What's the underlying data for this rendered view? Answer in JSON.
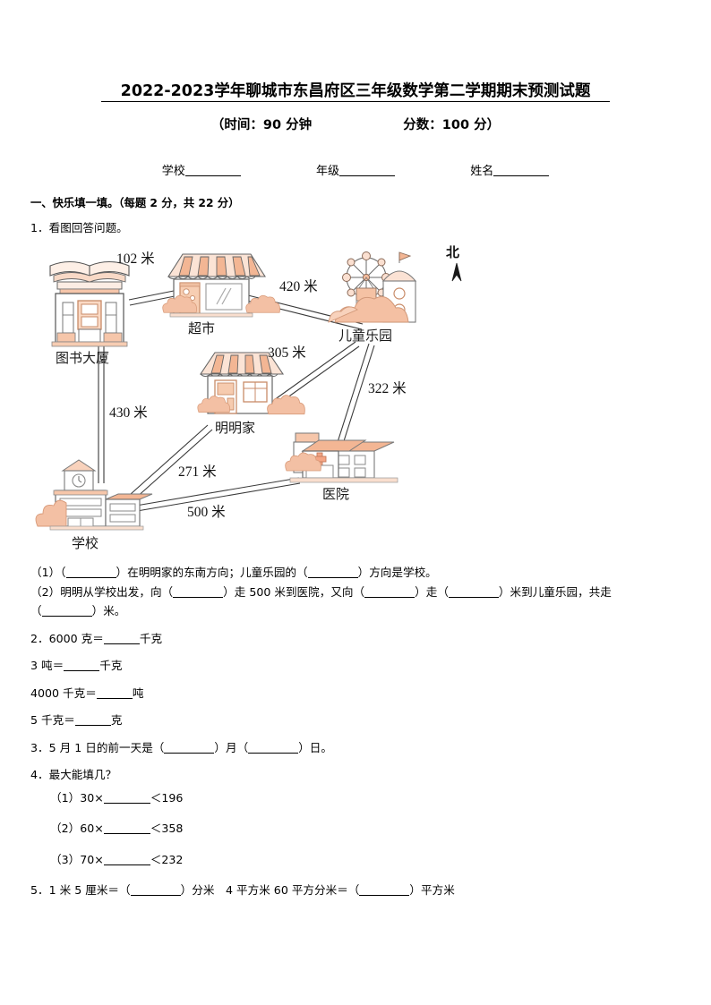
{
  "header": {
    "title": "2022-2023学年聊城市东昌府区三年级数学第二学期期末预测试题",
    "time_score": "（时间：90 分钟",
    "score": "分数：100 分）",
    "field_school": "学校",
    "field_grade": "年级",
    "field_name": "姓名"
  },
  "section": {
    "heading": "一、快乐填一填。（每题 2 分，共 22 分）"
  },
  "questions": {
    "q1": {
      "stem": "1．看图回答问题。",
      "part1_a": "（1）（",
      "part1_b": "）在明明家的东南方向；儿童乐园的（",
      "part1_c": "）方向是学校。",
      "part2_a": "（2）明明从学校出发，向（",
      "part2_b": "）走 500 米到医院，又向（",
      "part2_c": "）走（",
      "part2_d": "）米到儿童乐园，共走",
      "part2_e": "（",
      "part2_f": "）米。"
    },
    "q2": {
      "line1_a": "2．6000 克＝",
      "line1_b": "千克",
      "line2_a": "3 吨＝",
      "line2_b": "千克",
      "line3_a": "4000 千克＝",
      "line3_b": "吨",
      "line4_a": "5 千克＝",
      "line4_b": "克"
    },
    "q3": {
      "a": "3．5 月 1 日的前一天是（",
      "b": "）月（",
      "c": "）日。"
    },
    "q4": {
      "stem": "4．最大能填几？",
      "items": [
        {
          "prefix": "（1）30×",
          "suffix": "＜196"
        },
        {
          "prefix": "（2）60×",
          "suffix": "＜358"
        },
        {
          "prefix": "（3）70×",
          "suffix": "＜232"
        }
      ]
    },
    "q5": {
      "a": "5．1 米 5 厘米＝（",
      "b": "）分米　4 平方米 60 平方分米＝（",
      "c": "）平方米"
    }
  },
  "map": {
    "compass": "北",
    "places": [
      {
        "id": "library",
        "label": "图书大厦"
      },
      {
        "id": "market",
        "label": "超市"
      },
      {
        "id": "funpark",
        "label": "儿童乐园"
      },
      {
        "id": "home",
        "label": "明明家"
      },
      {
        "id": "hospital",
        "label": "医院"
      },
      {
        "id": "school",
        "label": "学校"
      }
    ],
    "distances": [
      {
        "from": "library",
        "to": "market",
        "label": "102 米"
      },
      {
        "from": "market",
        "to": "funpark",
        "label": "420 米"
      },
      {
        "from": "home",
        "to": "funpark",
        "label": "305 米"
      },
      {
        "from": "hospital",
        "to": "funpark",
        "label": "322 米"
      },
      {
        "from": "library",
        "to": "school",
        "label": "430 米"
      },
      {
        "from": "school",
        "to": "home",
        "label": "271 米"
      },
      {
        "from": "school",
        "to": "hospital",
        "label": "500 米"
      }
    ],
    "colors": {
      "roof": "#F6C3A6",
      "roof_light": "#FBE0D2",
      "wall": "#FFFFFF",
      "outline": "#4a4a4a",
      "bush": "#F3C0A4",
      "accent": "#E8A586"
    }
  }
}
